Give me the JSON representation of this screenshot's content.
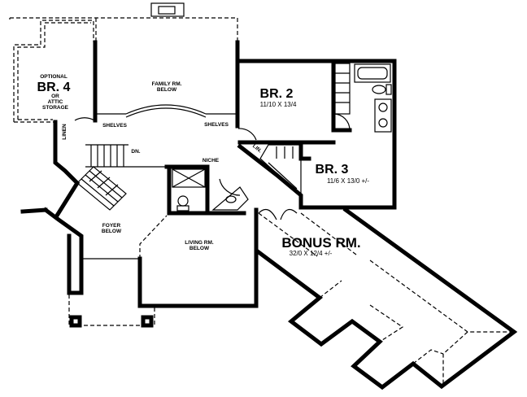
{
  "rooms": {
    "br4": {
      "prefix": "OPTIONAL",
      "name": "BR. 4",
      "suffix1": "OR",
      "suffix2": "ATTIC",
      "suffix3": "STORAGE"
    },
    "family": {
      "line1": "FAMILY RM.",
      "line2": "BELOW"
    },
    "br2": {
      "name": "BR. 2",
      "dims": "11/10 X 13/4"
    },
    "br3": {
      "name": "BR. 3",
      "dims": "11/6 X 13/0 +/-"
    },
    "bonus": {
      "name": "BONUS RM.",
      "dims": "32/0 X 12/4 +/-"
    },
    "foyer": {
      "line1": "FOYER",
      "line2": "BELOW"
    },
    "living": {
      "line1": "LIVING RM.",
      "line2": "BELOW"
    }
  },
  "labels": {
    "shelves_left": "SHELVES",
    "shelves_right": "SHELVES",
    "linen": "LINEN",
    "lin": "LIN.",
    "down": "DN.",
    "niche": "NICHE"
  }
}
